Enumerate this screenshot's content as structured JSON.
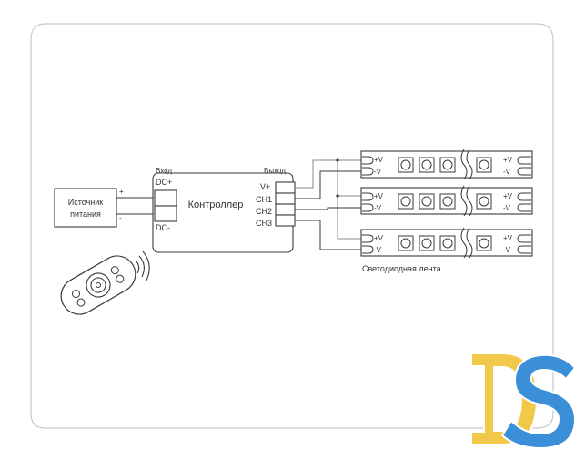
{
  "power_supply": {
    "line1": "Источник",
    "line2": "питания",
    "plus": "+",
    "minus": "-"
  },
  "controller": {
    "title": "Контроллер",
    "input_label": "Вход",
    "output_label": "Выход",
    "dc_plus": "DC+",
    "dc_minus": "DC-",
    "vplus": "V+",
    "ch1": "CH1",
    "ch2": "CH2",
    "ch3": "CH3"
  },
  "strips": {
    "label": "Светодиодная лента",
    "plus_v_left": "+V",
    "minus_v_left": "-V",
    "plus_v_right": "+V",
    "minus_v_right": "-V"
  },
  "logo": {
    "text": "DS",
    "colors": {
      "d": "#f2c84b",
      "s": "#3b8fd9",
      "outline": "#ffffff"
    }
  },
  "colors": {
    "line": "#3a3a3a",
    "frame": "#c8c8c8",
    "text": "#333333"
  }
}
